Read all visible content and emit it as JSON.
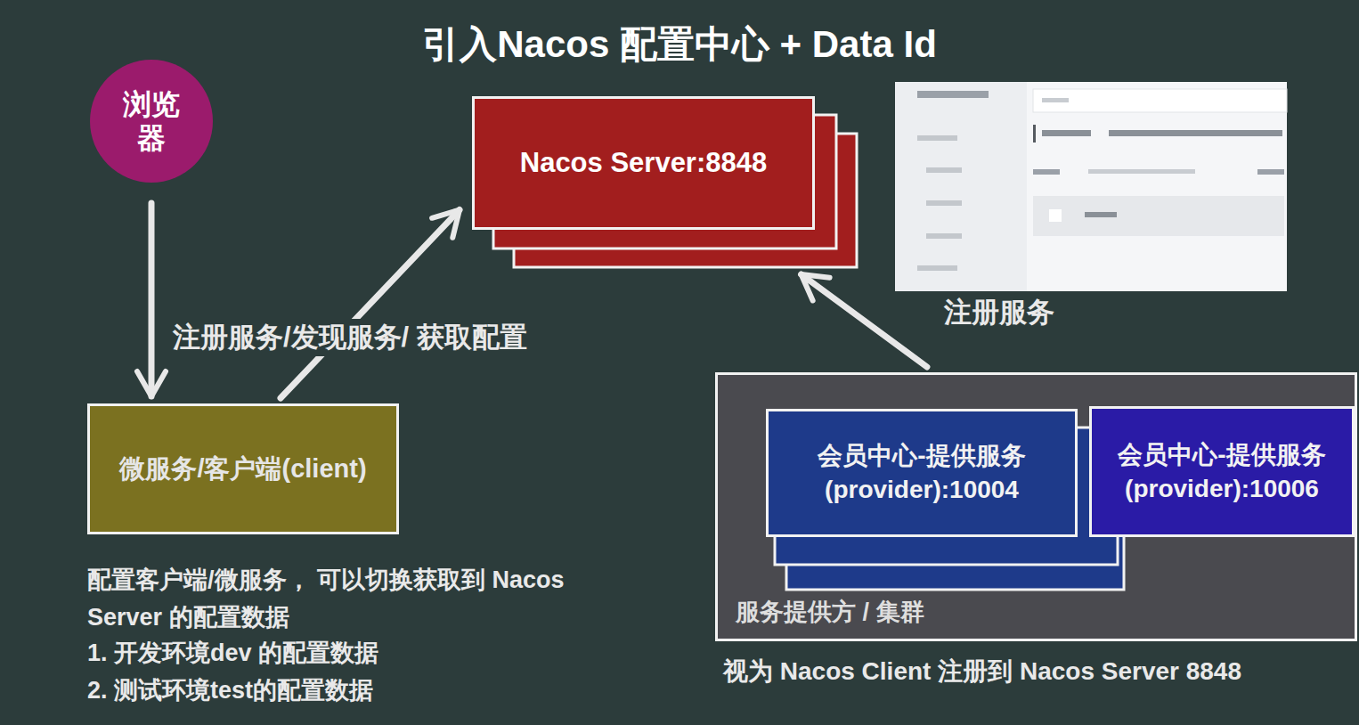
{
  "diagram": {
    "title": "引入Nacos 配置中心 + Data Id",
    "nodes": [
      {
        "text": [
          "浏览器"
        ]
      },
      {
        "text": [
          "Nacos Server:8848"
        ]
      },
      {
        "text": [
          "微服务/客户端(client)"
        ]
      },
      {
        "text": [
          "服务提供方 / 集群"
        ]
      },
      {
        "text": [
          "会员中心-提供服务(provider):10004"
        ],
        "in": 3
      },
      {
        "text": [
          "会员中心-提供服务(provider):10006"
        ],
        "in": 3
      }
    ],
    "edges": [
      {
        "from": 0,
        "to": 2,
        "arrow": "to"
      },
      {
        "from": 2,
        "to": 1,
        "label": "注册服务/发现服务/ 获取配置",
        "arrow": "to"
      },
      {
        "from": 3,
        "to": 1,
        "label": "注册服务",
        "arrow": "to"
      }
    ],
    "labels": [
      "配置客户端/微服务， 可以切换获取到 Nacos Server 的配置数据",
      "1. 开发环境dev 的配置数据",
      "2. 测试环境test的配置数据",
      "视为 Nacos Client 注册到 Nacos Server 8848"
    ]
  }
}
